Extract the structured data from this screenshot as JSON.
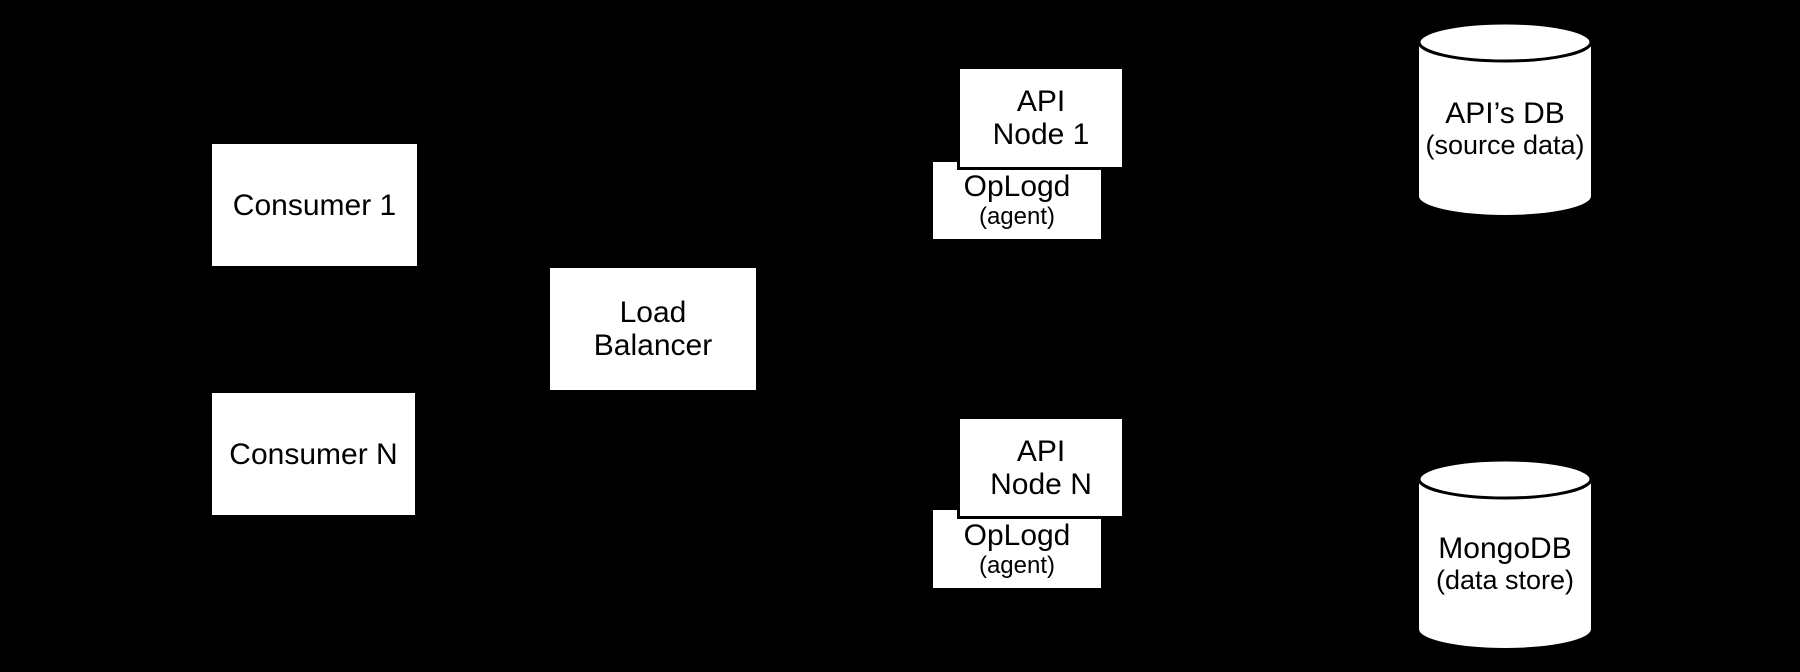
{
  "diagram": {
    "description": "Architecture diagram: consumers through a load balancer to API nodes with OpLogd agents, backed by API's DB and MongoDB",
    "nodes": {
      "consumer1": {
        "label": "Consumer 1"
      },
      "consumerN": {
        "label": "Consumer N"
      },
      "load_balancer": {
        "line1": "Load",
        "line2": "Balancer"
      },
      "api_node1": {
        "line1": "API",
        "line2": "Node 1"
      },
      "oplogd1": {
        "title": "OpLogd",
        "subtitle": "(agent)"
      },
      "api_nodeN": {
        "line1": "API",
        "line2": "Node N"
      },
      "oplogdN": {
        "title": "OpLogd",
        "subtitle": "(agent)"
      }
    },
    "databases": {
      "api_db": {
        "title": "API’s DB",
        "subtitle": "(source data)"
      },
      "mongodb": {
        "title": "MongoDB",
        "subtitle": "(data store)"
      }
    },
    "colors": {
      "background": "#000000",
      "shape_fill": "#ffffff",
      "shape_border": "#000000",
      "text": "#000000"
    }
  }
}
